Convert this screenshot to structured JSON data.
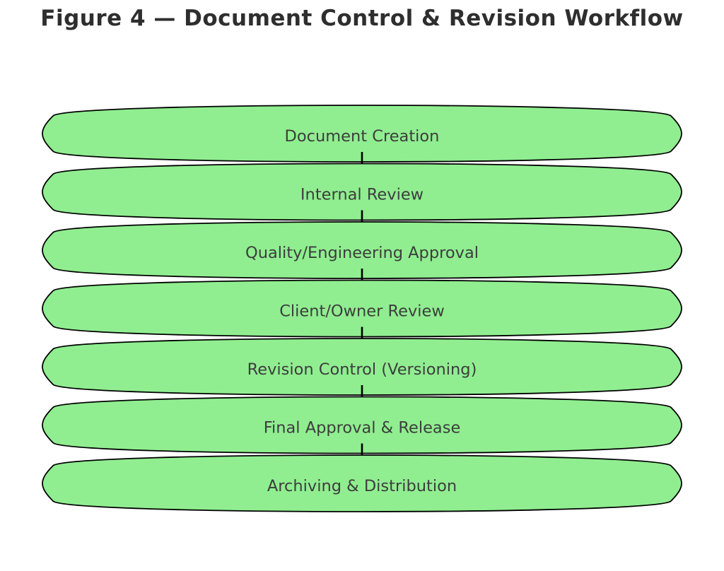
{
  "figure": {
    "title": "Figure 4 — Document Control & Revision Workflow"
  },
  "workflow": {
    "steps": [
      {
        "label": "Document Creation"
      },
      {
        "label": "Internal Review"
      },
      {
        "label": "Quality/Engineering Approval"
      },
      {
        "label": "Client/Owner Review"
      },
      {
        "label": "Revision Control (Versioning)"
      },
      {
        "label": "Final Approval & Release"
      },
      {
        "label": "Archiving & Distribution"
      }
    ],
    "flow_direction": "top-to-bottom"
  },
  "colors": {
    "background": "#ffffff",
    "title_text": "#2e2e2e",
    "node_fill": "#90EE90",
    "node_border": "#000000",
    "node_text": "#3d3d3d",
    "connector": "#000000"
  }
}
